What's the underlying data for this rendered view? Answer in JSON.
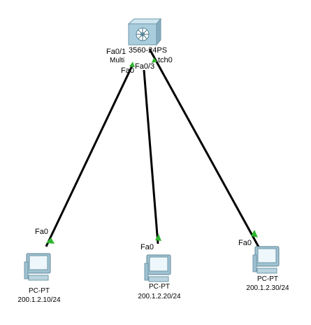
{
  "switch": {
    "model": "3560-24PS",
    "name": "Multilayer Switch0",
    "name_visible_fragment_left": "Multi",
    "name_visible_fragment_right": "tch0",
    "icon": "multilayer-switch-icon",
    "ports": {
      "left": "Fa0/1",
      "middle": "Fa0/3",
      "hidden": "Fa0"
    }
  },
  "pcs": [
    {
      "type": "PC-PT",
      "ip": "200.1.2.10/24",
      "port": "Fa0",
      "icon": "pc-icon"
    },
    {
      "type": "PC-PT",
      "ip": "200.1.2.20/24",
      "port": "Fa0",
      "icon": "pc-icon"
    },
    {
      "type": "PC-PT",
      "ip": "200.1.2.30/24",
      "port": "Fa0",
      "icon": "pc-icon"
    }
  ],
  "colors": {
    "link": "#000000",
    "link_up": "#2fb52f",
    "switch_body": "#a9cddd",
    "switch_top": "#cfe6f0",
    "pc_body": "#8fb3c3"
  }
}
